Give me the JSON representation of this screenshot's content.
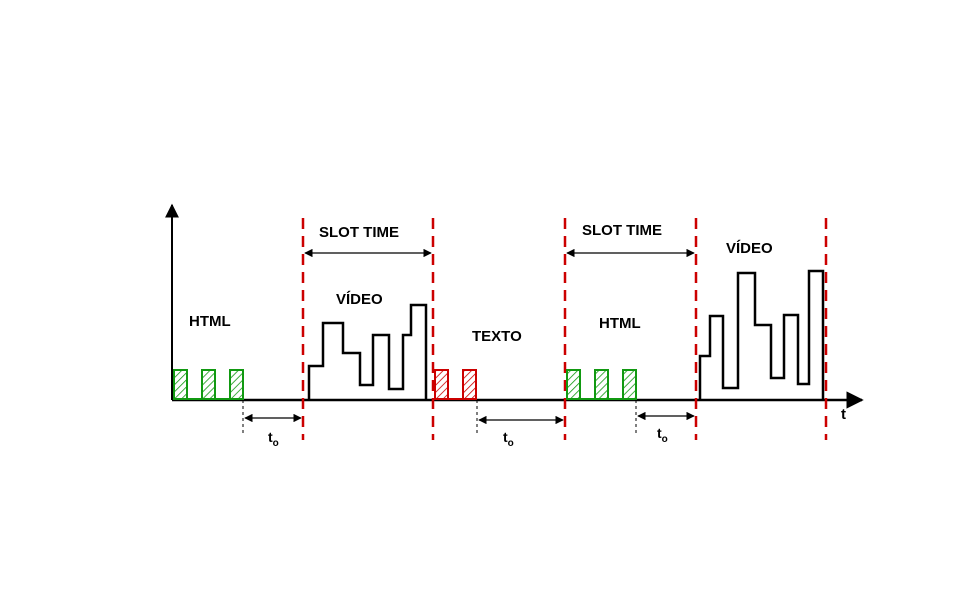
{
  "labels": {
    "html_1": "HTML",
    "video_1": "VÍDEO",
    "texto": "TEXTO",
    "html_2": "HTML",
    "video_2": "VÍDEO",
    "slot_time_1": "SLOT TIME",
    "slot_time_2": "SLOT TIME",
    "t_axis": "t",
    "to_main": "t",
    "to_sub": "o"
  },
  "colors": {
    "axis": "#000000",
    "slot_divider": "#cc0000",
    "html_packets": "#119911",
    "texto_packets": "#cc0000",
    "video_trace": "#000000"
  }
}
